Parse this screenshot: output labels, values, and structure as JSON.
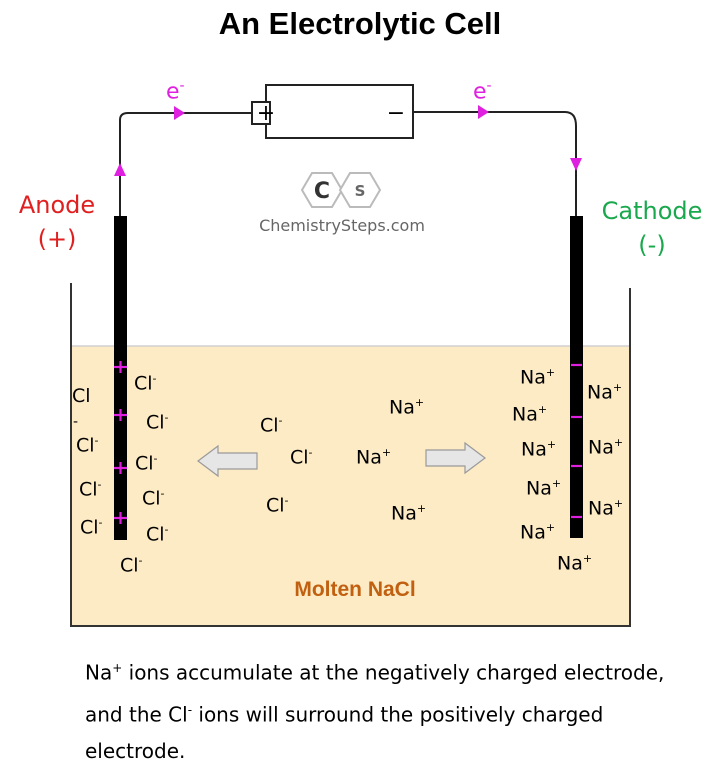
{
  "title": "An Electrolytic Cell",
  "electrodes": {
    "anode": {
      "name": "Anode",
      "sign": "(+)"
    },
    "cathode": {
      "name": "Cathode",
      "sign": "(-)"
    }
  },
  "electron": {
    "symbol": "e",
    "charge": "-"
  },
  "battery": {
    "positive": "+",
    "negative": "−"
  },
  "logo": {
    "letters": [
      "C",
      "S"
    ],
    "site": "ChemistrySteps.com"
  },
  "ions": {
    "chloride": {
      "symbol": "Cl",
      "charge": "-"
    },
    "sodium": {
      "symbol": "Na",
      "charge": "+"
    }
  },
  "electrolyte": {
    "label": "Molten NaCl",
    "fill": "#fdebc6"
  },
  "caption": {
    "part1": "Na",
    "part1_sup": "+",
    "part2": " ions accumulate at the negatively charged electrode, and the Cl",
    "part2_sup": "-",
    "part3": " ions will surround the positively charged electrode."
  },
  "colors": {
    "anode": "#e02020",
    "cathode": "#1aa84d",
    "electron": "#e020e0",
    "electrolyte_label": "#c06010"
  }
}
